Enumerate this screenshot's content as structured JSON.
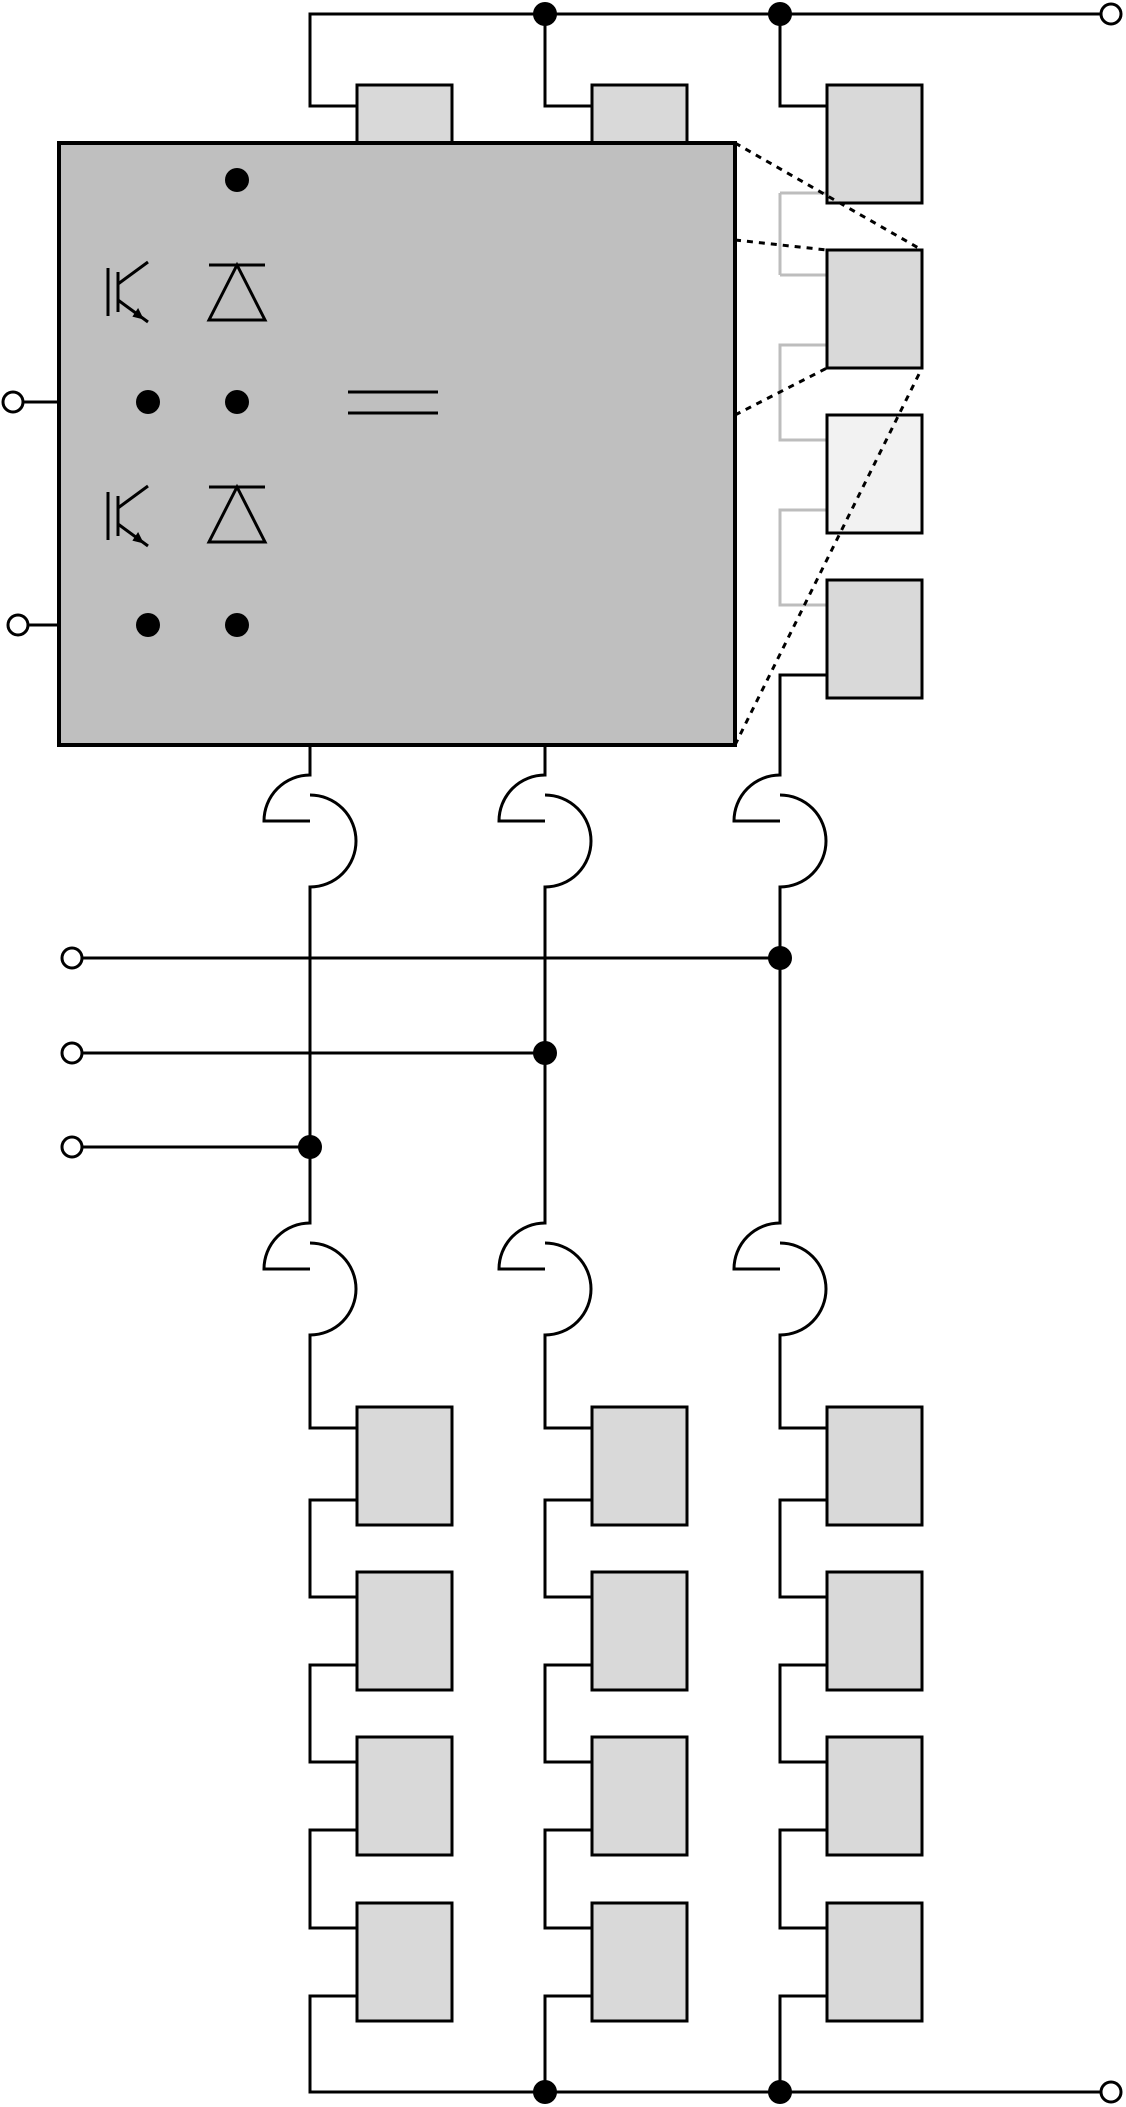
{
  "diagram": {
    "kind": "modular multilevel converter schematic (no text labels)",
    "submodule_detail": {
      "switches": [
        "igbt-upper",
        "igbt-lower"
      ],
      "diodes": [
        "diode-upper",
        "diode-lower"
      ],
      "capacitor": "dc-capacitor"
    },
    "phase_legs": 3,
    "submodules_per_arm": 4,
    "arms": [
      "upper",
      "lower"
    ],
    "ac_terminals": 3,
    "dc_terminals": [
      "dc-positive",
      "dc-negative"
    ],
    "colors": {
      "wire": "#000000",
      "module_fill": "#d9d9d9",
      "detail_fill": "#bfbfbf",
      "faded_wire": "#bdbdbd",
      "faded_module_fill": "#f2f2f2",
      "node": "#000000",
      "terminal": "#ffffff"
    }
  }
}
